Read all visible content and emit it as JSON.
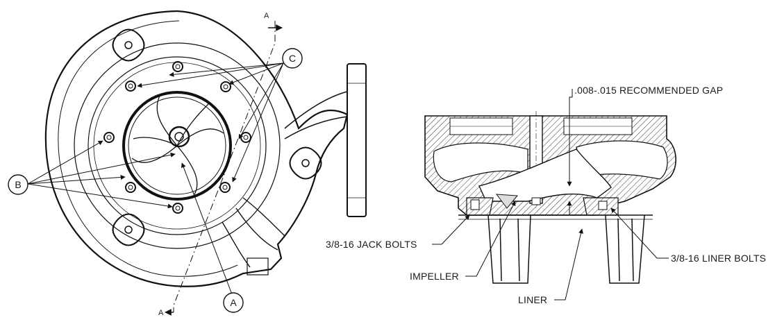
{
  "callouts": {
    "a": "A",
    "b": "B",
    "c": "C"
  },
  "section_marks": {
    "top": "A",
    "bottom": "A"
  },
  "labels": {
    "gap": ".008-.015 RECOMMENDED GAP",
    "jack_bolts": "3/8-16 JACK BOLTS",
    "impeller": "IMPELLER",
    "liner": "LINER",
    "liner_bolts": "3/8-16 LINER BOLTS"
  }
}
